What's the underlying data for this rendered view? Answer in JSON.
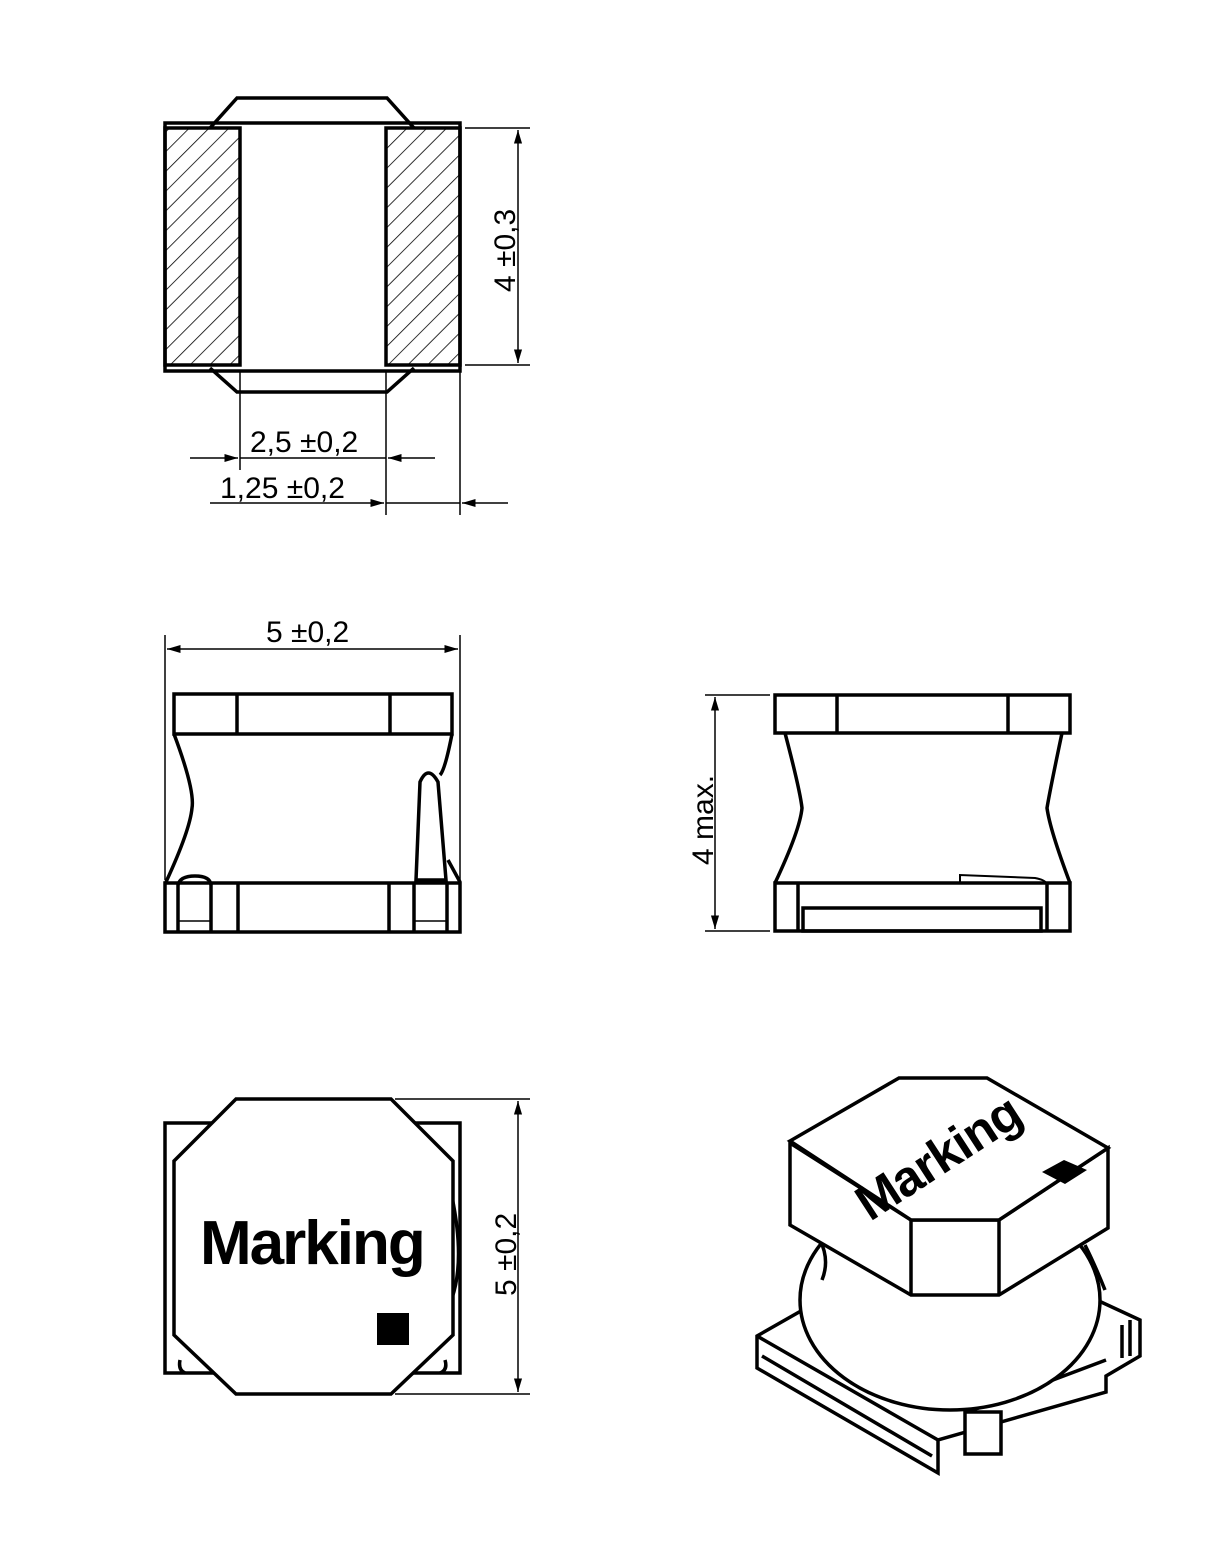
{
  "drawing": {
    "type": "SMD power inductor dimensional drawing",
    "views": {
      "bottom_view": {
        "dimensions": {
          "height": "4 ±0,3",
          "pad_gap": "2,5 ±0,2",
          "pad_width": "1,25 ±0,2"
        }
      },
      "front_view": {
        "dimensions": {
          "width": "5 ±0,2"
        }
      },
      "side_view": {
        "dimensions": {
          "height": "4 max."
        }
      },
      "top_view": {
        "marking_text": "Marking",
        "dimensions": {
          "length": "5 ±0,2"
        }
      },
      "isometric_view": {
        "marking_text": "Marking"
      }
    },
    "colors": {
      "line": "#000000",
      "background": "#ffffff"
    }
  }
}
